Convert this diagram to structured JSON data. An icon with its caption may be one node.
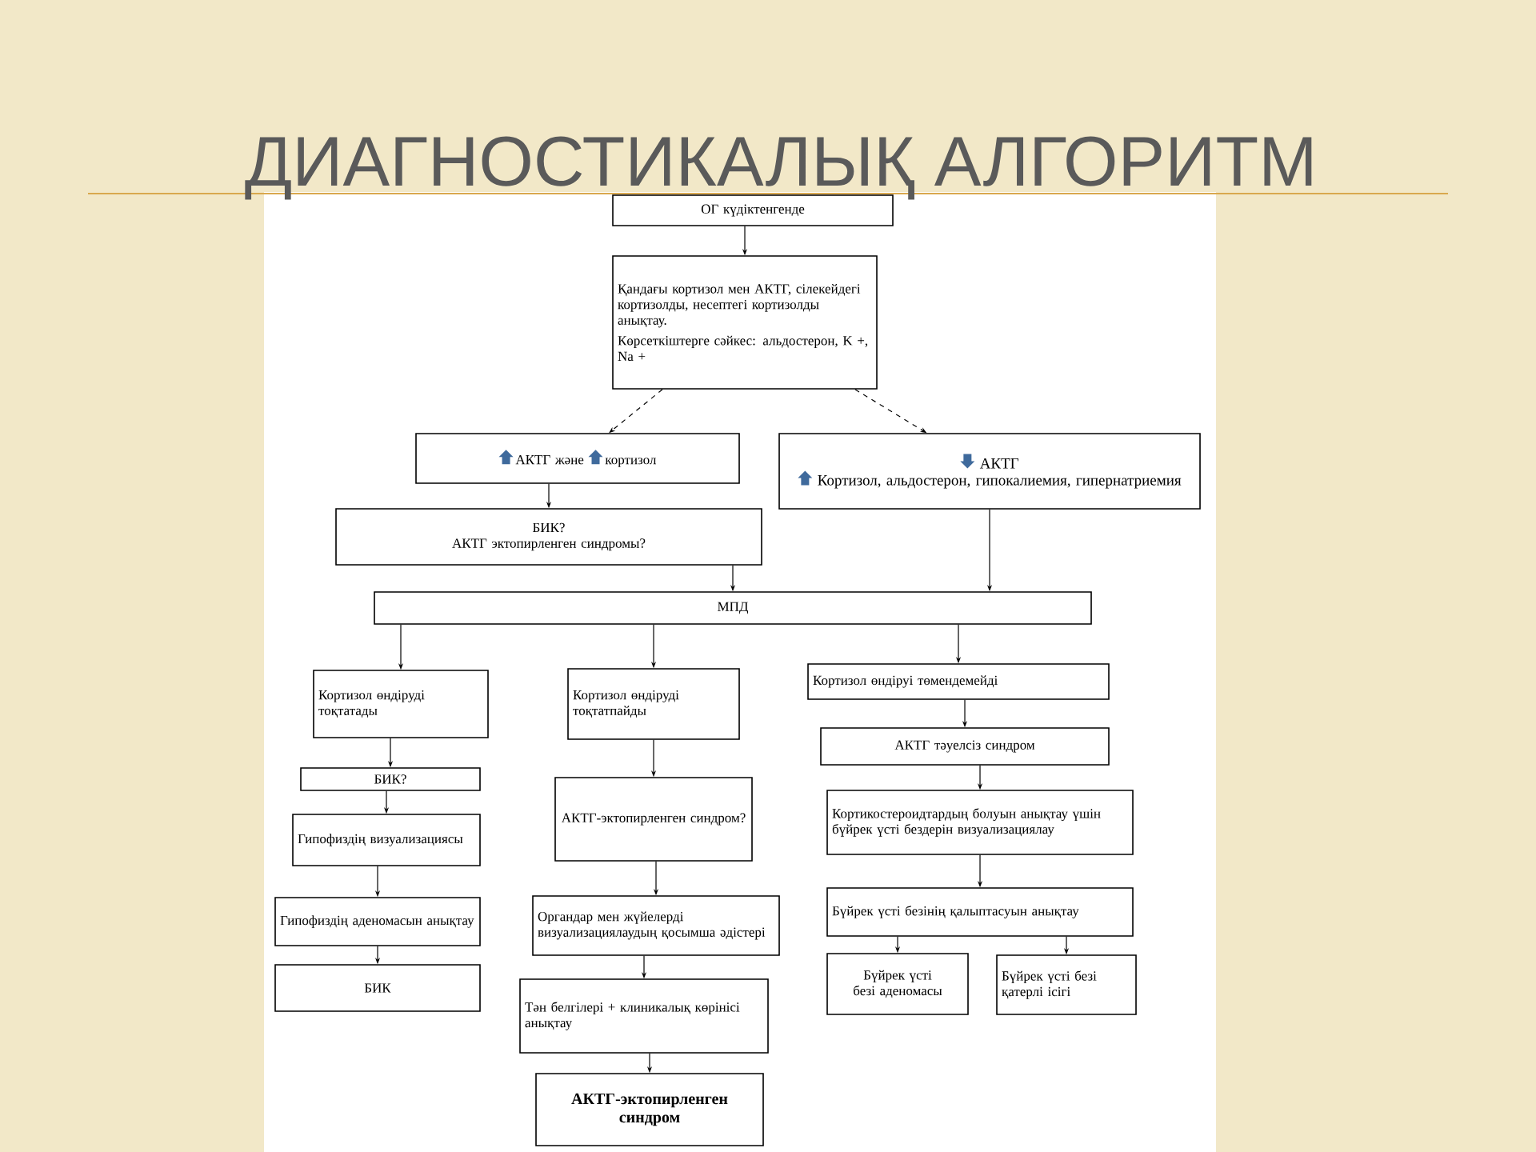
{
  "diagram": {
    "title": "ДИАГНОСТИКАЛЫҚ АЛГОРИТМ",
    "nodes": [
      {
        "text": [
          "ОГ күдіктенгенде"
        ]
      },
      {
        "text": [
          "Қандағы кортизол мен АКТГ, сілекейдегі кортизолды, несептегі кортизолды анықтау.",
          "Көрсеткіштерге сәйкес: альдостерон, K +, Na +"
        ]
      },
      {
        "text": [
          "АКТГ және",
          "кортизол"
        ]
      },
      {
        "text": [
          "АКТГ",
          "Кортизол, альдостерон, гипокалиемия, гипернатриемия"
        ]
      },
      {
        "text": [
          "БИК?",
          "АКТГ эктопирленген синдромы?"
        ]
      },
      {
        "text": [
          "МПД"
        ]
      },
      {
        "text": [
          "Кортизол өндіруді тоқтатады"
        ]
      },
      {
        "text": [
          "Кортизол өндіруді тоқтатпайды"
        ]
      },
      {
        "text": [
          "Кортизол өндіруі төмендемейді"
        ]
      },
      {
        "text": [
          "АКТГ тәуелсіз синдром"
        ]
      },
      {
        "text": [
          "БИК?"
        ]
      },
      {
        "text": [
          "Гипофиздің визуализациясы"
        ]
      },
      {
        "text": [
          "АКТГ-эктопирленген синдром?"
        ]
      },
      {
        "text": [
          "Кортикостероидтардың болуын анықтау үшін бүйрек үсті бездерін визуализациялау"
        ]
      },
      {
        "text": [
          "Гипофиздің аденомасын анықтау"
        ]
      },
      {
        "text": [
          "Органдар мен жүйелерді визуализациялаудың қосымша әдістері"
        ]
      },
      {
        "text": [
          "Бүйрек үсті безінің қалыптасуын анықтау"
        ]
      },
      {
        "text": [
          "БИК"
        ]
      },
      {
        "text": [
          "Бүйрек үсті безі аденомасы"
        ]
      },
      {
        "text": [
          "Бүйрек үсті безі қатерлі ісігі"
        ]
      },
      {
        "text": [
          "Тән белгілері + клиникалық көрінісі анықтау"
        ]
      },
      {
        "text": [
          "АКТГ-эктопирленген синдром"
        ]
      }
    ],
    "edges": [
      {
        "from": 0,
        "to": 1,
        "arrow": "to"
      },
      {
        "from": 1,
        "to": 2,
        "arrow": "to",
        "style": "dashed"
      },
      {
        "from": 1,
        "to": 3,
        "arrow": "to",
        "style": "dashed"
      },
      {
        "from": 2,
        "to": 4,
        "arrow": "to"
      },
      {
        "from": 4,
        "to": 5,
        "arrow": "to"
      },
      {
        "from": 3,
        "to": 5,
        "arrow": "to"
      },
      {
        "from": 5,
        "to": 6,
        "arrow": "to"
      },
      {
        "from": 5,
        "to": 7,
        "arrow": "to"
      },
      {
        "from": 5,
        "to": 8,
        "arrow": "to"
      },
      {
        "from": 6,
        "to": 10,
        "arrow": "to"
      },
      {
        "from": 10,
        "to": 11,
        "arrow": "to"
      },
      {
        "from": 11,
        "to": 14,
        "arrow": "to"
      },
      {
        "from": 14,
        "to": 17,
        "arrow": "to"
      },
      {
        "from": 7,
        "to": 12,
        "arrow": "to"
      },
      {
        "from": 12,
        "to": 15,
        "arrow": "to"
      },
      {
        "from": 15,
        "to": 20,
        "arrow": "to"
      },
      {
        "from": 20,
        "to": 21,
        "arrow": "to"
      },
      {
        "from": 8,
        "to": 9,
        "arrow": "to"
      },
      {
        "from": 9,
        "to": 13,
        "arrow": "to"
      },
      {
        "from": 13,
        "to": 16,
        "arrow": "to"
      },
      {
        "from": 16,
        "to": 18,
        "arrow": "to"
      },
      {
        "from": 16,
        "to": 19,
        "arrow": "to"
      }
    ]
  }
}
